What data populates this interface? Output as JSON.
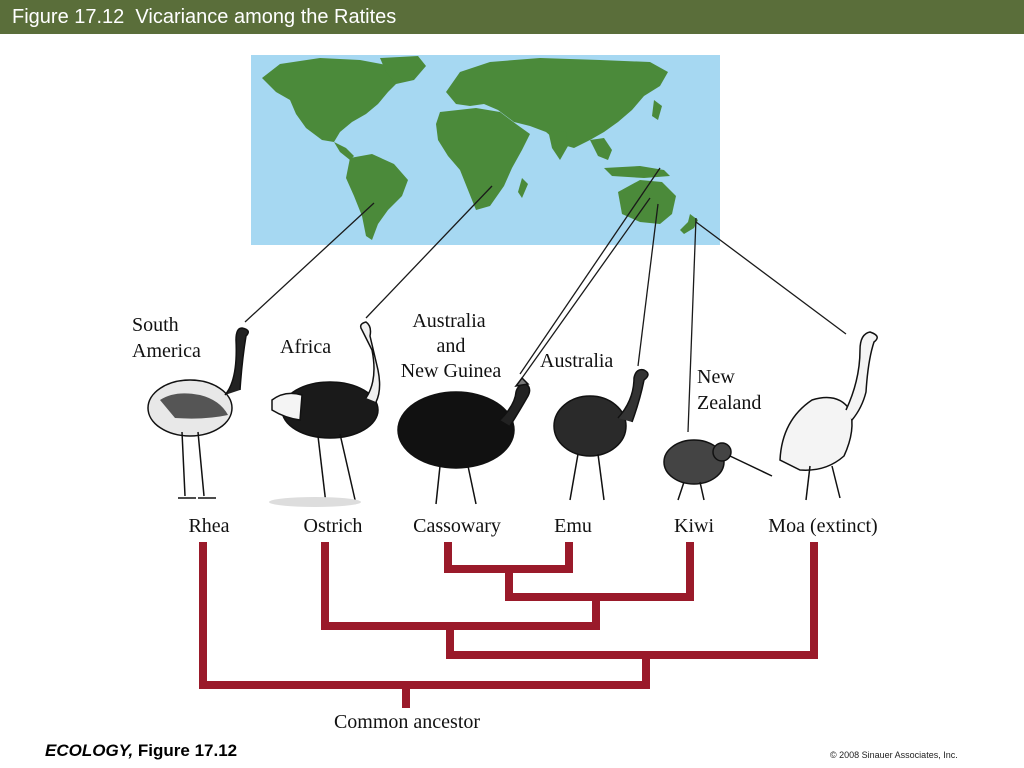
{
  "header": {
    "title": "Figure 17.12  Vicariance among the Ratites"
  },
  "colors": {
    "header_bg": "#5a6e3a",
    "ocean": "#a6d8f2",
    "land": "#4b8a3a",
    "tree": "#9a1a2a"
  },
  "regions": {
    "south_america": [
      "South",
      "America"
    ],
    "africa": "Africa",
    "australia_new_guinea": [
      "Australia",
      "and",
      "New Guinea"
    ],
    "australia": "Australia",
    "new_zealand": [
      "New",
      "Zealand"
    ]
  },
  "birds": {
    "rhea": "Rhea",
    "ostrich": "Ostrich",
    "cassowary": "Cassowary",
    "emu": "Emu",
    "kiwi": "Kiwi",
    "moa": "Moa (extinct)"
  },
  "tree": {
    "root_label": "Common ancestor"
  },
  "footer": {
    "book": "ECOLOGY,",
    "figure": " Figure 17.12",
    "copyright": "© 2008 Sinauer Associates, Inc."
  }
}
